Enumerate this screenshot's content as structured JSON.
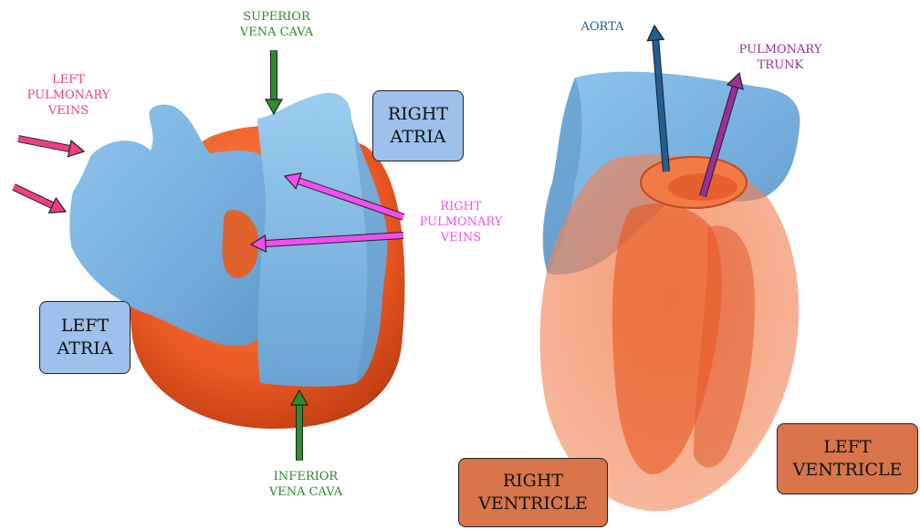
{
  "colors": {
    "atria": "#7fb7e4",
    "atria_dark": "#5a96c8",
    "ventricle": "#ee5a25",
    "ventricle_dark": "#c7431a",
    "vena_cava_arrow": "#2e8b2e",
    "pulmonary_vein_arrow_left": "#ee3f85",
    "pulmonary_vein_arrow_right": "#f24ef0",
    "aorta_arrow": "#1f5f95",
    "pulmonary_trunk_arrow": "#9a2f97",
    "box_blue": "#9dc0ec",
    "box_orange": "#d8754a"
  },
  "labels": {
    "superior_vena_cava": [
      "SUPERIOR",
      "VENA CAVA"
    ],
    "inferior_vena_cava": [
      "INFERIOR",
      "VENA CAVA"
    ],
    "left_pulmonary_veins": [
      "LEFT",
      "PULMONARY",
      "VEINS"
    ],
    "right_pulmonary_veins": [
      "RIGHT",
      "PULMONARY",
      "VEINS"
    ],
    "aorta": [
      "AORTA"
    ],
    "pulmonary_trunk": [
      "PULMONARY",
      "TRUNK"
    ]
  },
  "boxes": {
    "right_atria": [
      "RIGHT",
      "ATRIA"
    ],
    "left_atria": [
      "LEFT",
      "ATRIA"
    ],
    "right_ventricle": [
      "RIGHT",
      "VENTRICLE"
    ],
    "left_ventricle": [
      "LEFT",
      "VENTRICLE"
    ]
  }
}
